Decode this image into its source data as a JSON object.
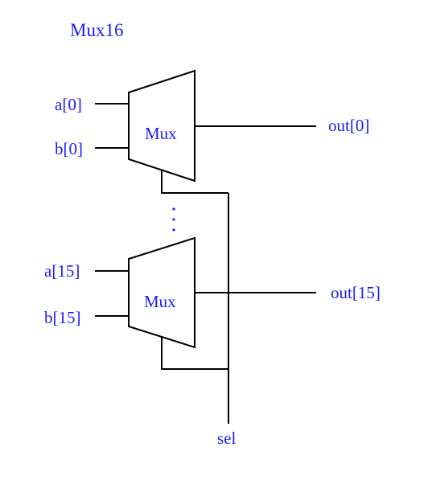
{
  "title": "Mux16",
  "colors": {
    "label": "#1a1aff",
    "wire": "#000000",
    "background": "#ffffff"
  },
  "mux_top": {
    "label": "Mux",
    "input_a": "a[0]",
    "input_b": "b[0]",
    "output": "out[0]"
  },
  "mux_bottom": {
    "label": "Mux",
    "input_a": "a[15]",
    "input_b": "b[15]",
    "output": "out[15]"
  },
  "select": {
    "label": "sel"
  },
  "ellipsis": "vertical-dots"
}
